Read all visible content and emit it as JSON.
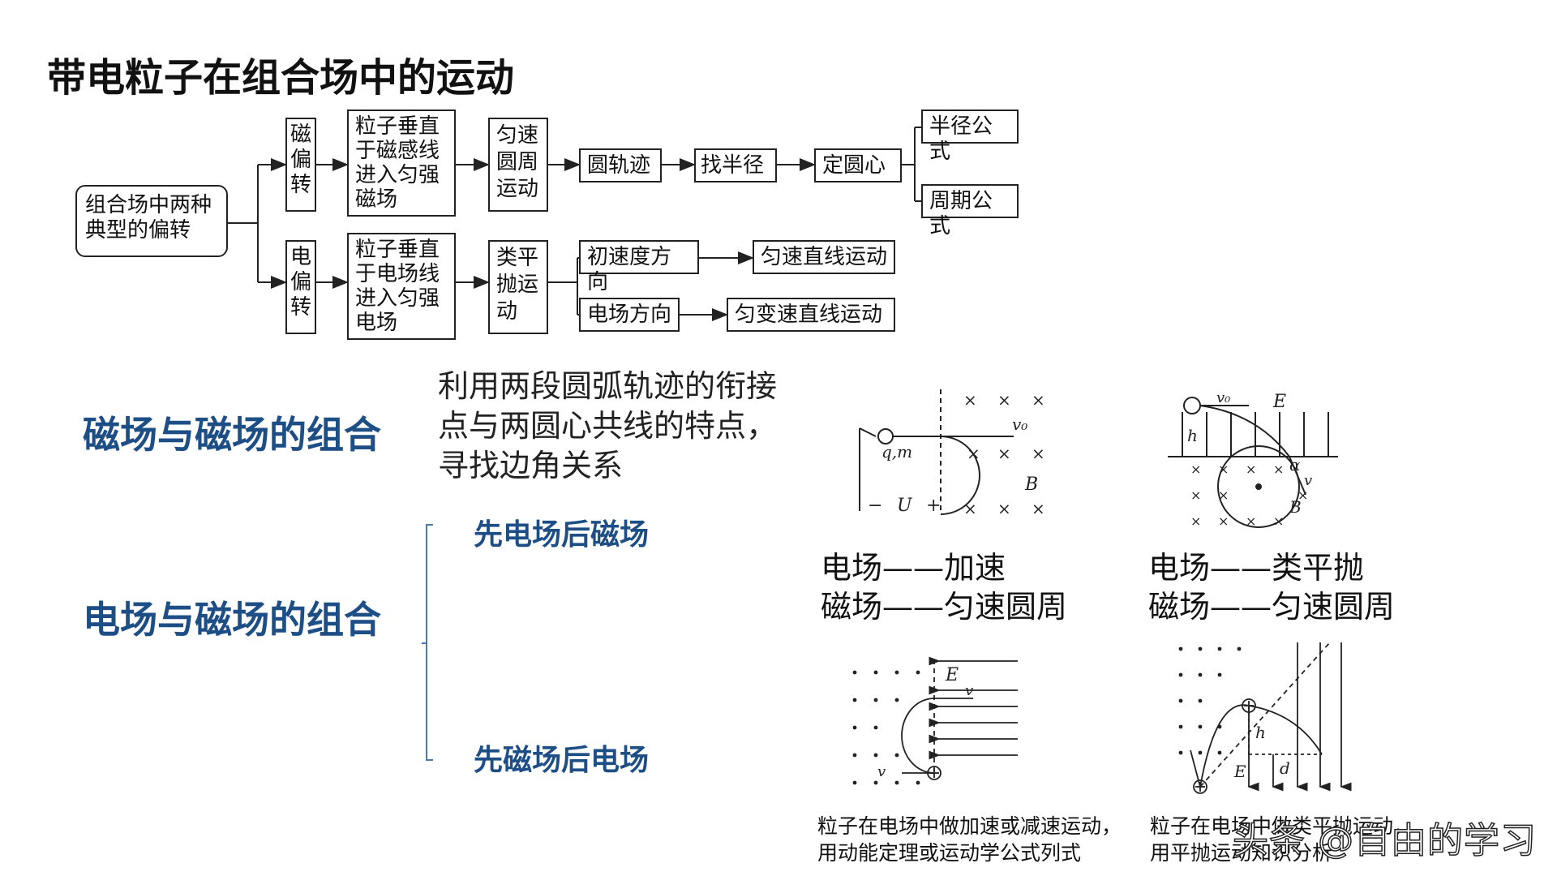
{
  "title": "带电粒子在组合场中的运动",
  "flowchart": {
    "root": "组合场中两种典型的偏转",
    "magnetic": {
      "branch": "磁偏转",
      "condition": "粒子垂直于磁感线进入匀强磁场",
      "motion": "匀速圆周运动",
      "steps": [
        "圆轨迹",
        "找半径",
        "定圆心"
      ],
      "formulas": [
        "半径公式",
        "周期公式"
      ]
    },
    "electric": {
      "branch": "电偏转",
      "condition": "粒子垂直于电场线进入匀强电场",
      "motion": "类平抛运动",
      "directions": [
        "初速度方向",
        "电场方向"
      ],
      "results": [
        "匀速直线运动",
        "匀变速直线运动"
      ]
    }
  },
  "section_magnetic": {
    "heading": "磁场与磁场的组合",
    "description": "利用两段圆弧轨迹的衔接点与两圆心共线的特点，寻找边角关系"
  },
  "section_combined": {
    "heading": "电场与磁场的组合",
    "sub1": "先电场后磁场",
    "sub2": "先磁场后电场"
  },
  "figure1": {
    "labels": {
      "charge": "q,m",
      "velocity": "v₀",
      "field": "B",
      "minus": "−",
      "voltage": "U",
      "plus": "+"
    },
    "caption1": "电场——加速",
    "caption2": "磁场——匀速圆周"
  },
  "figure2": {
    "labels": {
      "velocity0": "v₀",
      "efield": "E",
      "height": "h",
      "angle": "α",
      "velocity": "v",
      "field": "B"
    },
    "caption1": "电场——类平抛",
    "caption2": "磁场——匀速圆周"
  },
  "figure3": {
    "labels": {
      "efield": "E",
      "velocity_top": "v",
      "velocity_bottom": "v"
    },
    "note1": "粒子在电场中做加速或减速运动，",
    "note2": "用动能定理或运动学公式列式"
  },
  "figure4": {
    "labels": {
      "height": "h",
      "efield": "E",
      "distance": "d"
    },
    "note1": "粒子在电场中做类平抛运动，",
    "note2": "用平抛运动知识分析"
  },
  "watermark": "头条 @自由的学习",
  "colors": {
    "heading": "#1d4f86",
    "text": "#111111",
    "bracket": "#4a78b0"
  }
}
